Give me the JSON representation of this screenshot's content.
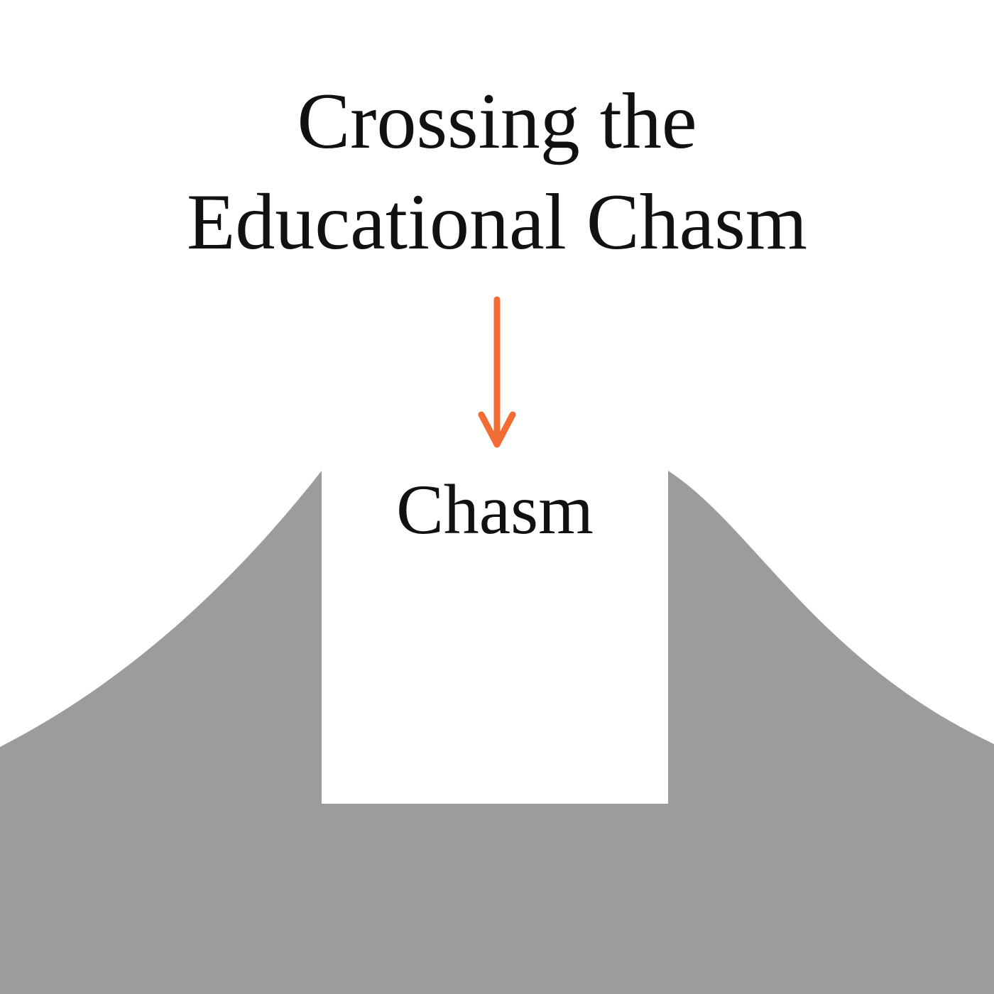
{
  "title": {
    "line1": "Crossing the",
    "line2": "Educational Chasm"
  },
  "chasm_label": "Chasm",
  "colors": {
    "arrow": "#f26d35",
    "terrain": "#9c9c9c",
    "background": "#ffffff",
    "text": "#111111"
  },
  "icons": {
    "arrow": "arrow-down-icon"
  }
}
